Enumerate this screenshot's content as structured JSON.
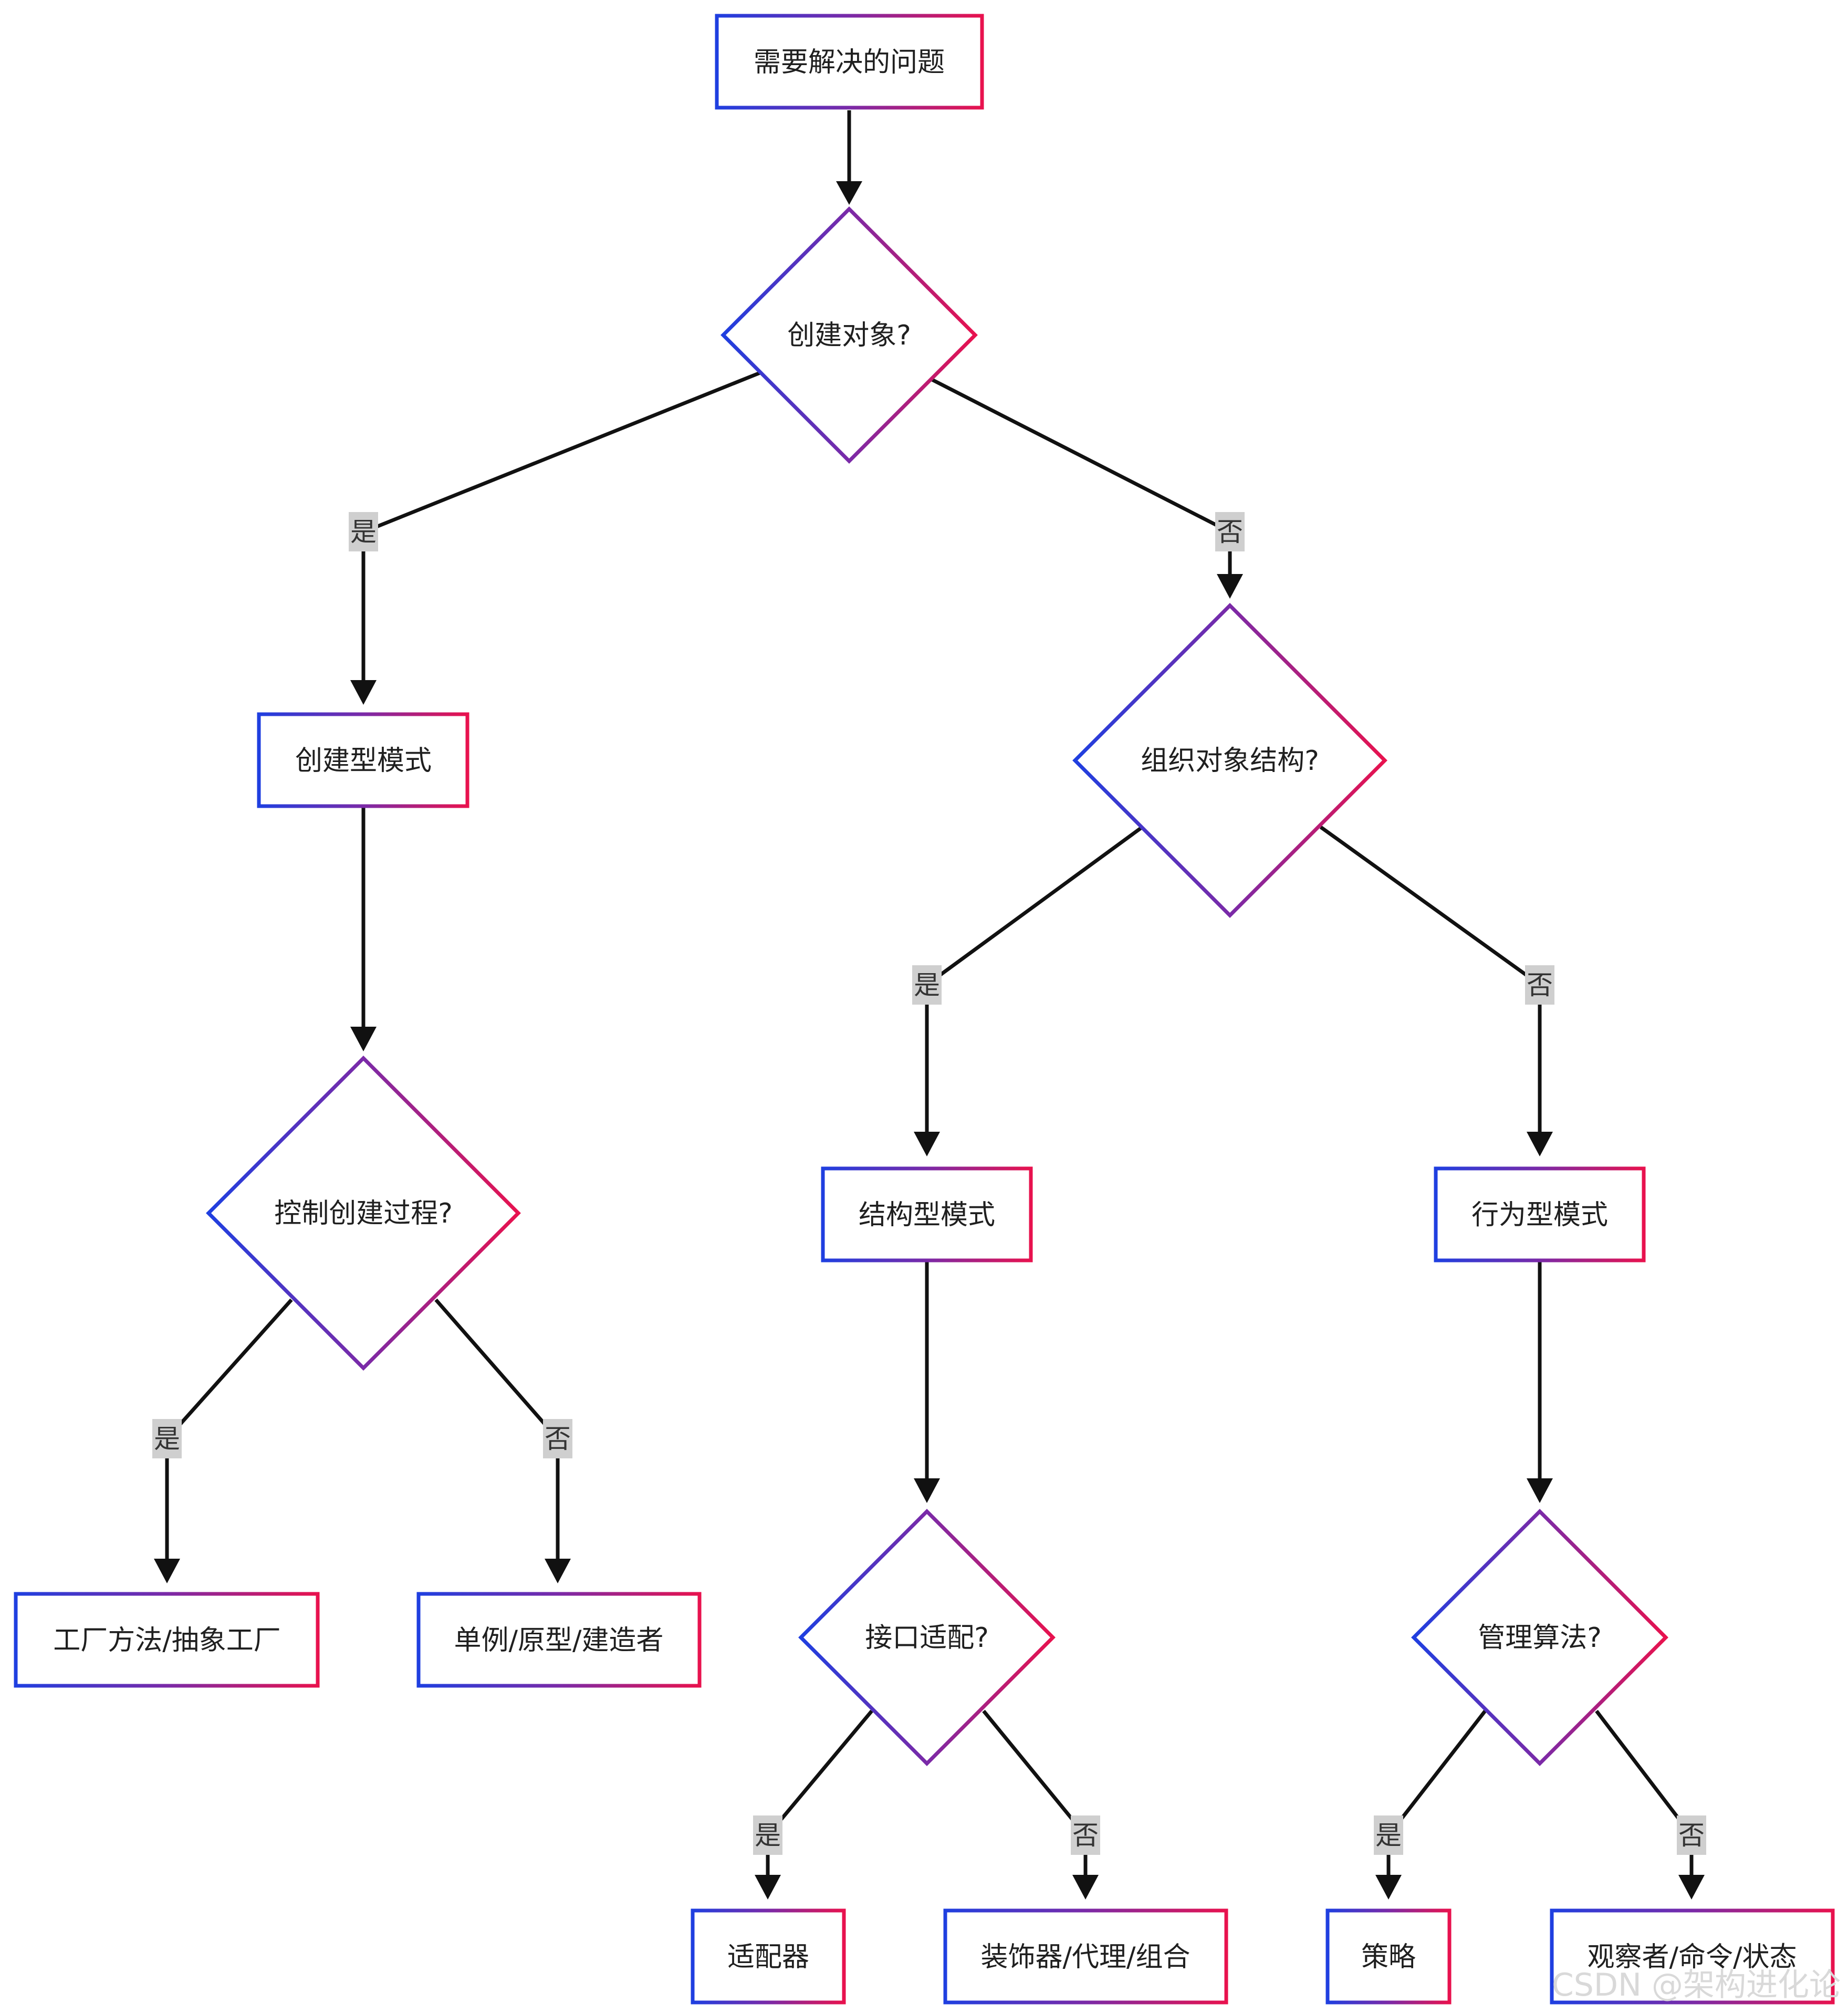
{
  "nodes": {
    "problem": "需要解决的问题",
    "create_object": "创建对象?",
    "creational": "创建型模式",
    "organize_structure": "组织对象结构?",
    "control_process": "控制创建过程?",
    "structural": "结构型模式",
    "behavioral": "行为型模式",
    "factory": "工厂方法/抽象工厂",
    "singleton": "单例/原型/建造者",
    "interface_adapt": "接口适配?",
    "manage_algorithm": "管理算法?",
    "adapter": "适配器",
    "decorator": "装饰器/代理/组合",
    "strategy": "策略",
    "observer": "观察者/命令/状态"
  },
  "edge_labels": {
    "yes": "是",
    "no": "否"
  },
  "colors": {
    "gradient_start": "#1f3fe0",
    "gradient_mid": "#7a2aa8",
    "gradient_end": "#e8124e",
    "edge": "#111111",
    "label_bg": "#cfcfcf"
  },
  "watermark": "CSDN @架构进化论"
}
